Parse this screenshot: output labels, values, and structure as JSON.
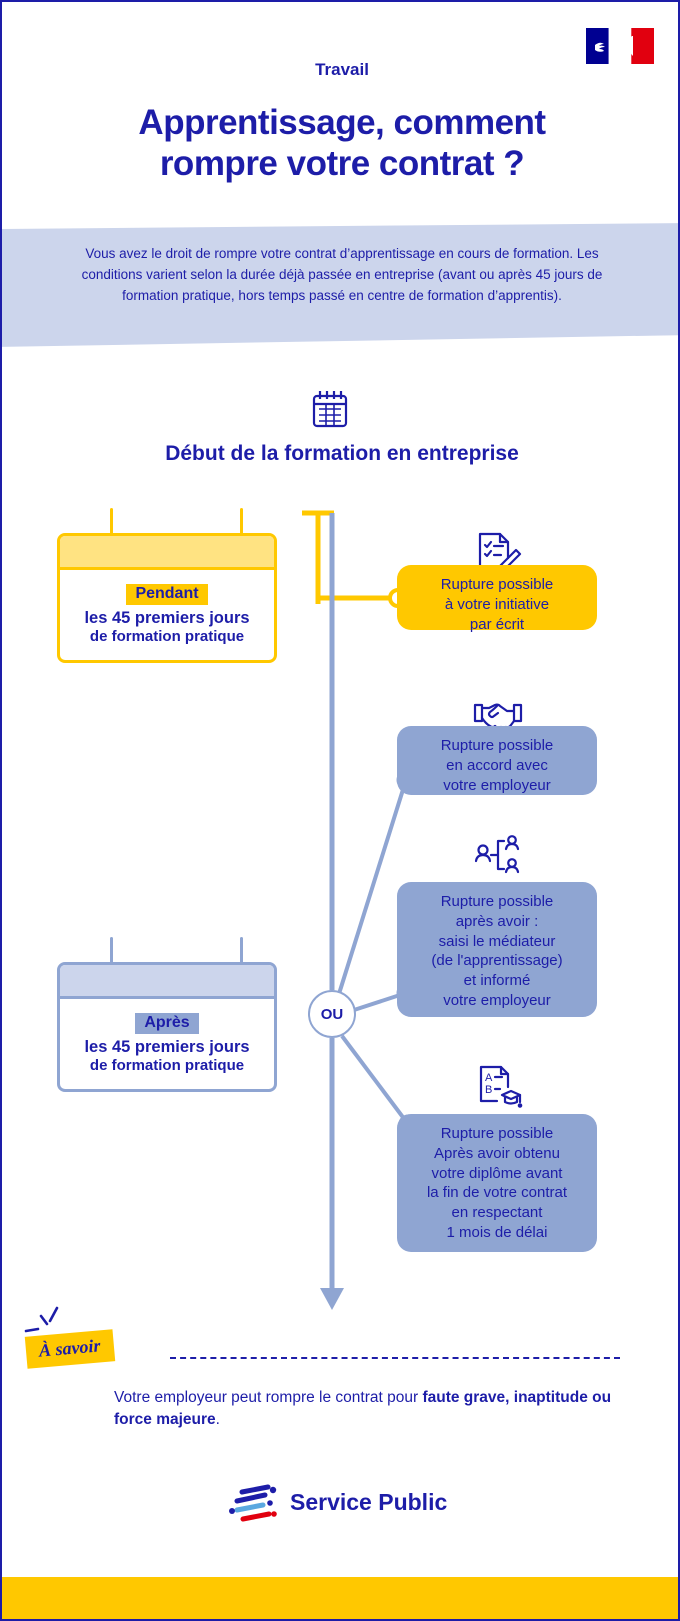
{
  "header": {
    "logo_name": "marianne-french-republic-logo",
    "kicker": "Travail",
    "title_line1": "Apprentissage, comment",
    "title_line2": "rompre votre contrat ?"
  },
  "intro": {
    "text": "Vous avez le droit de rompre votre contrat d’apprentissage en cours de formation. Les conditions varient selon la durée déjà passée en entreprise (avant ou après 45 jours de formation pratique, hors temps passé en centre de formation d’apprentis)."
  },
  "section": {
    "icon": "calendar-icon",
    "title": "Début de la formation en entreprise"
  },
  "periods": [
    {
      "icon": "calendar-card-icon",
      "tag": "Pendant",
      "line1": "les 45 premiers jours",
      "line2": "de formation pratique",
      "color": "#ffc800"
    },
    {
      "icon": "calendar-card-icon",
      "tag": "Après",
      "line1": "les 45 premiers jours",
      "line2": "de formation pratique",
      "color": "#8fa5d2"
    }
  ],
  "connector": {
    "label": "OU"
  },
  "outcomes": [
    {
      "icon": "document-checklist-pencil-icon",
      "lines": [
        "Rupture possible",
        "à votre initiative",
        "par écrit"
      ],
      "color": "#ffc800"
    },
    {
      "icon": "handshake-icon",
      "lines": [
        "Rupture possible",
        "en accord avec",
        "votre employeur"
      ],
      "color": "#8fa5d2"
    },
    {
      "icon": "mediator-people-icon",
      "lines": [
        "Rupture possible",
        "après avoir :",
        "saisi le médiateur",
        "(de l'apprentissage)",
        "et informé",
        "votre employeur"
      ],
      "color": "#8fa5d2"
    },
    {
      "icon": "diploma-graduation-icon",
      "lines": [
        "Rupture possible",
        "Après avoir obtenu",
        "votre diplôme avant",
        "la fin de votre contrat",
        "en respectant",
        "1 mois de délai"
      ],
      "color": "#8fa5d2"
    }
  ],
  "note": {
    "badge": "À savoir",
    "text_plain": "Votre employeur peut rompre le contrat pour ",
    "text_bold": "faute grave, inaptitude ou force majeure",
    "text_end": "."
  },
  "footer": {
    "logo_name": "service-public-logo",
    "brand": "Service Public"
  },
  "colors": {
    "blue": "#1d1da8",
    "yellow": "#ffc800",
    "light_yellow": "#ffe382",
    "steel_blue": "#8fa5d2",
    "pale_blue": "#ccd5ec",
    "red": "#e1000f"
  }
}
